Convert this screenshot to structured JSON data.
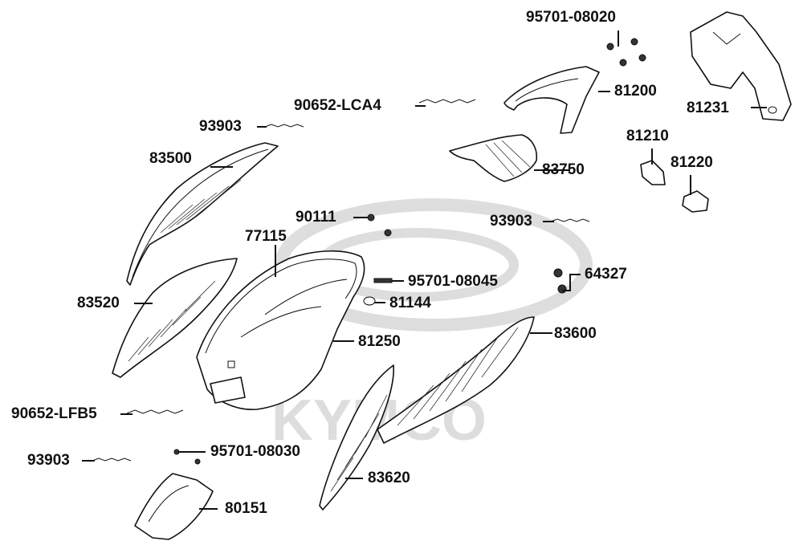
{
  "watermark": "KYMCO",
  "callouts": [
    {
      "id": "c1",
      "number": "95701-08020"
    },
    {
      "id": "c2",
      "number": "81200"
    },
    {
      "id": "c3",
      "number": "81231"
    },
    {
      "id": "c4",
      "number": "90652-LCA4"
    },
    {
      "id": "c5",
      "number": "93903"
    },
    {
      "id": "c6",
      "number": "83500"
    },
    {
      "id": "c7",
      "number": "83750"
    },
    {
      "id": "c8",
      "number": "81210"
    },
    {
      "id": "c9",
      "number": "81220"
    },
    {
      "id": "c10",
      "number": "90111"
    },
    {
      "id": "c11",
      "number": "93903"
    },
    {
      "id": "c12",
      "number": "77115"
    },
    {
      "id": "c13",
      "number": "64327"
    },
    {
      "id": "c14",
      "number": "95701-08045"
    },
    {
      "id": "c15",
      "number": "83520"
    },
    {
      "id": "c16",
      "number": "81144"
    },
    {
      "id": "c17",
      "number": "83600"
    },
    {
      "id": "c18",
      "number": "81250"
    },
    {
      "id": "c19",
      "number": "90652-LFB5"
    },
    {
      "id": "c20",
      "number": "95701-08030"
    },
    {
      "id": "c21",
      "number": "93903"
    },
    {
      "id": "c22",
      "number": "83620"
    },
    {
      "id": "c23",
      "number": "80151"
    }
  ]
}
